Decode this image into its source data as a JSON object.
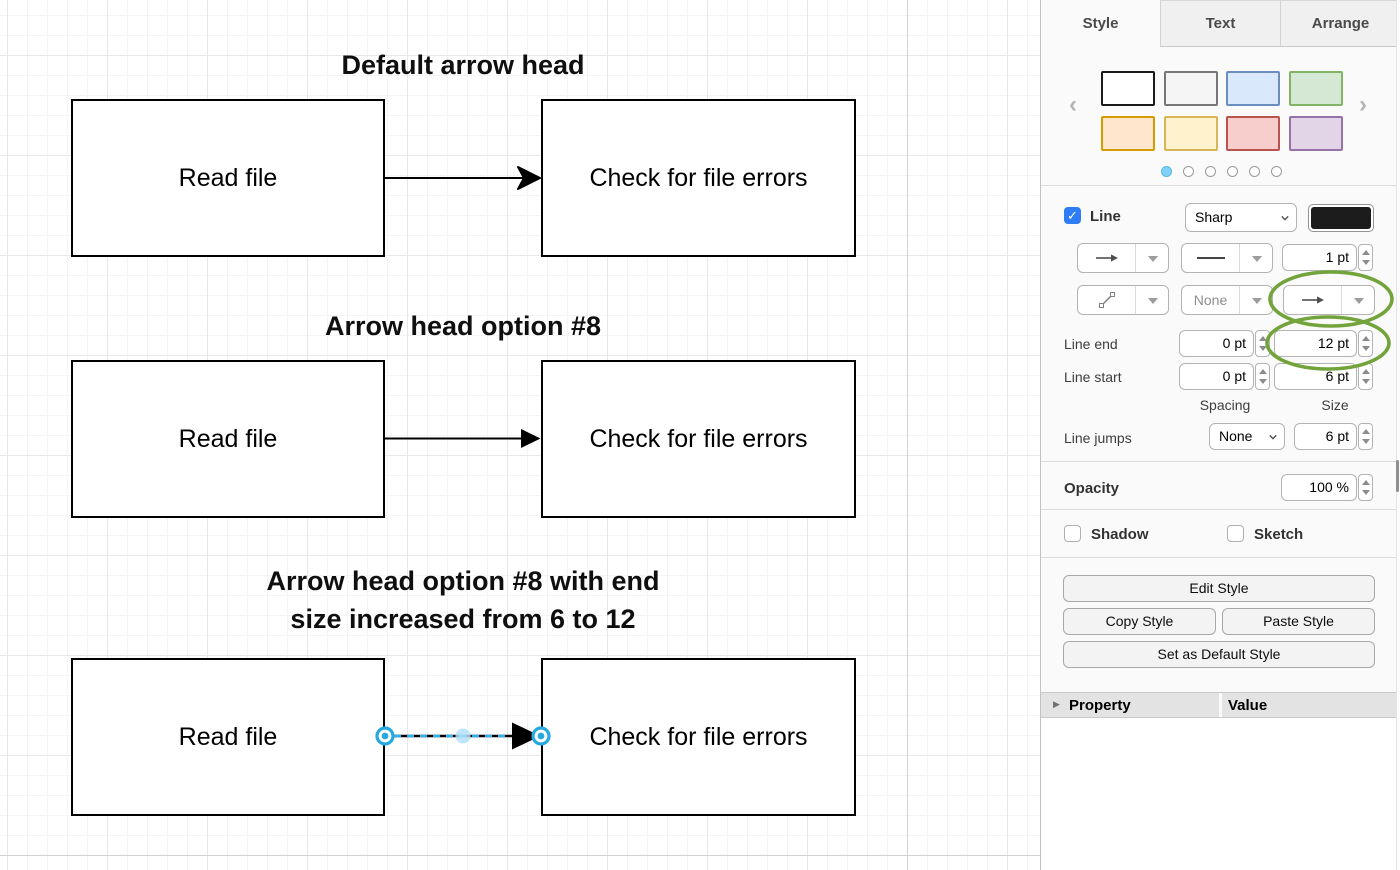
{
  "canvas": {
    "sections": [
      {
        "title_lines": [
          "Default arrow head"
        ],
        "left_box": "Read file",
        "right_box": "Check for file errors"
      },
      {
        "title_lines": [
          "Arrow head option #8"
        ],
        "left_box": "Read file",
        "right_box": "Check for file errors"
      },
      {
        "title_lines": [
          "Arrow head option #8 with end",
          "size increased from 6 to 12"
        ],
        "left_box": "Read file",
        "right_box": "Check for file errors"
      }
    ]
  },
  "panel": {
    "tabs": [
      {
        "label": "Style",
        "active": true
      },
      {
        "label": "Text",
        "active": false
      },
      {
        "label": "Arrange",
        "active": false
      }
    ],
    "icons": {
      "chevron_left": "‹",
      "chevron_right": "›",
      "disclosure": "▶"
    },
    "style_presets": {
      "page_count": 6,
      "active_page": 1,
      "swatches": [
        {
          "name": "white",
          "fill": "#ffffff",
          "border": "#1a1a1a"
        },
        {
          "name": "gray",
          "fill": "#f5f5f5",
          "border": "#777777"
        },
        {
          "name": "blue",
          "fill": "#dae8fc",
          "border": "#6c8ebf"
        },
        {
          "name": "green",
          "fill": "#d5e8d4",
          "border": "#82b366"
        },
        {
          "name": "orange",
          "fill": "#ffe6cc",
          "border": "#d79b00"
        },
        {
          "name": "yellow",
          "fill": "#fff2cc",
          "border": "#d6b656"
        },
        {
          "name": "red",
          "fill": "#f8cecc",
          "border": "#b85450"
        },
        {
          "name": "purple",
          "fill": "#e1d5e7",
          "border": "#9673a6"
        }
      ]
    },
    "line": {
      "label": "Line",
      "checked": true,
      "style_select": "Sharp",
      "stroke_width": "1 pt",
      "connection_value": "None",
      "line_end_label": "Line end",
      "line_end_spacing": "0 pt",
      "line_end_size": "12 pt",
      "line_start_label": "Line start",
      "line_start_spacing": "0 pt",
      "line_start_size": "6 pt",
      "spacing_label": "Spacing",
      "size_label": "Size",
      "line_jumps_label": "Line jumps",
      "line_jumps_value": "None",
      "line_jumps_size": "6 pt"
    },
    "opacity": {
      "label": "Opacity",
      "value": "100 %"
    },
    "effects": {
      "shadow_label": "Shadow",
      "shadow_checked": false,
      "sketch_label": "Sketch",
      "sketch_checked": false
    },
    "actions": {
      "edit": "Edit Style",
      "copy": "Copy Style",
      "paste": "Paste Style",
      "set_default": "Set as Default Style"
    },
    "properties": {
      "property_header": "Property",
      "value_header": "Value"
    },
    "colors": {
      "annotation_green": "#73a33b",
      "selection_blue": "#29aae3",
      "checkbox_blue": "#2e7df6",
      "active_dot_blue": "#7fd1f5",
      "line_color": "#1c1c1c"
    }
  }
}
